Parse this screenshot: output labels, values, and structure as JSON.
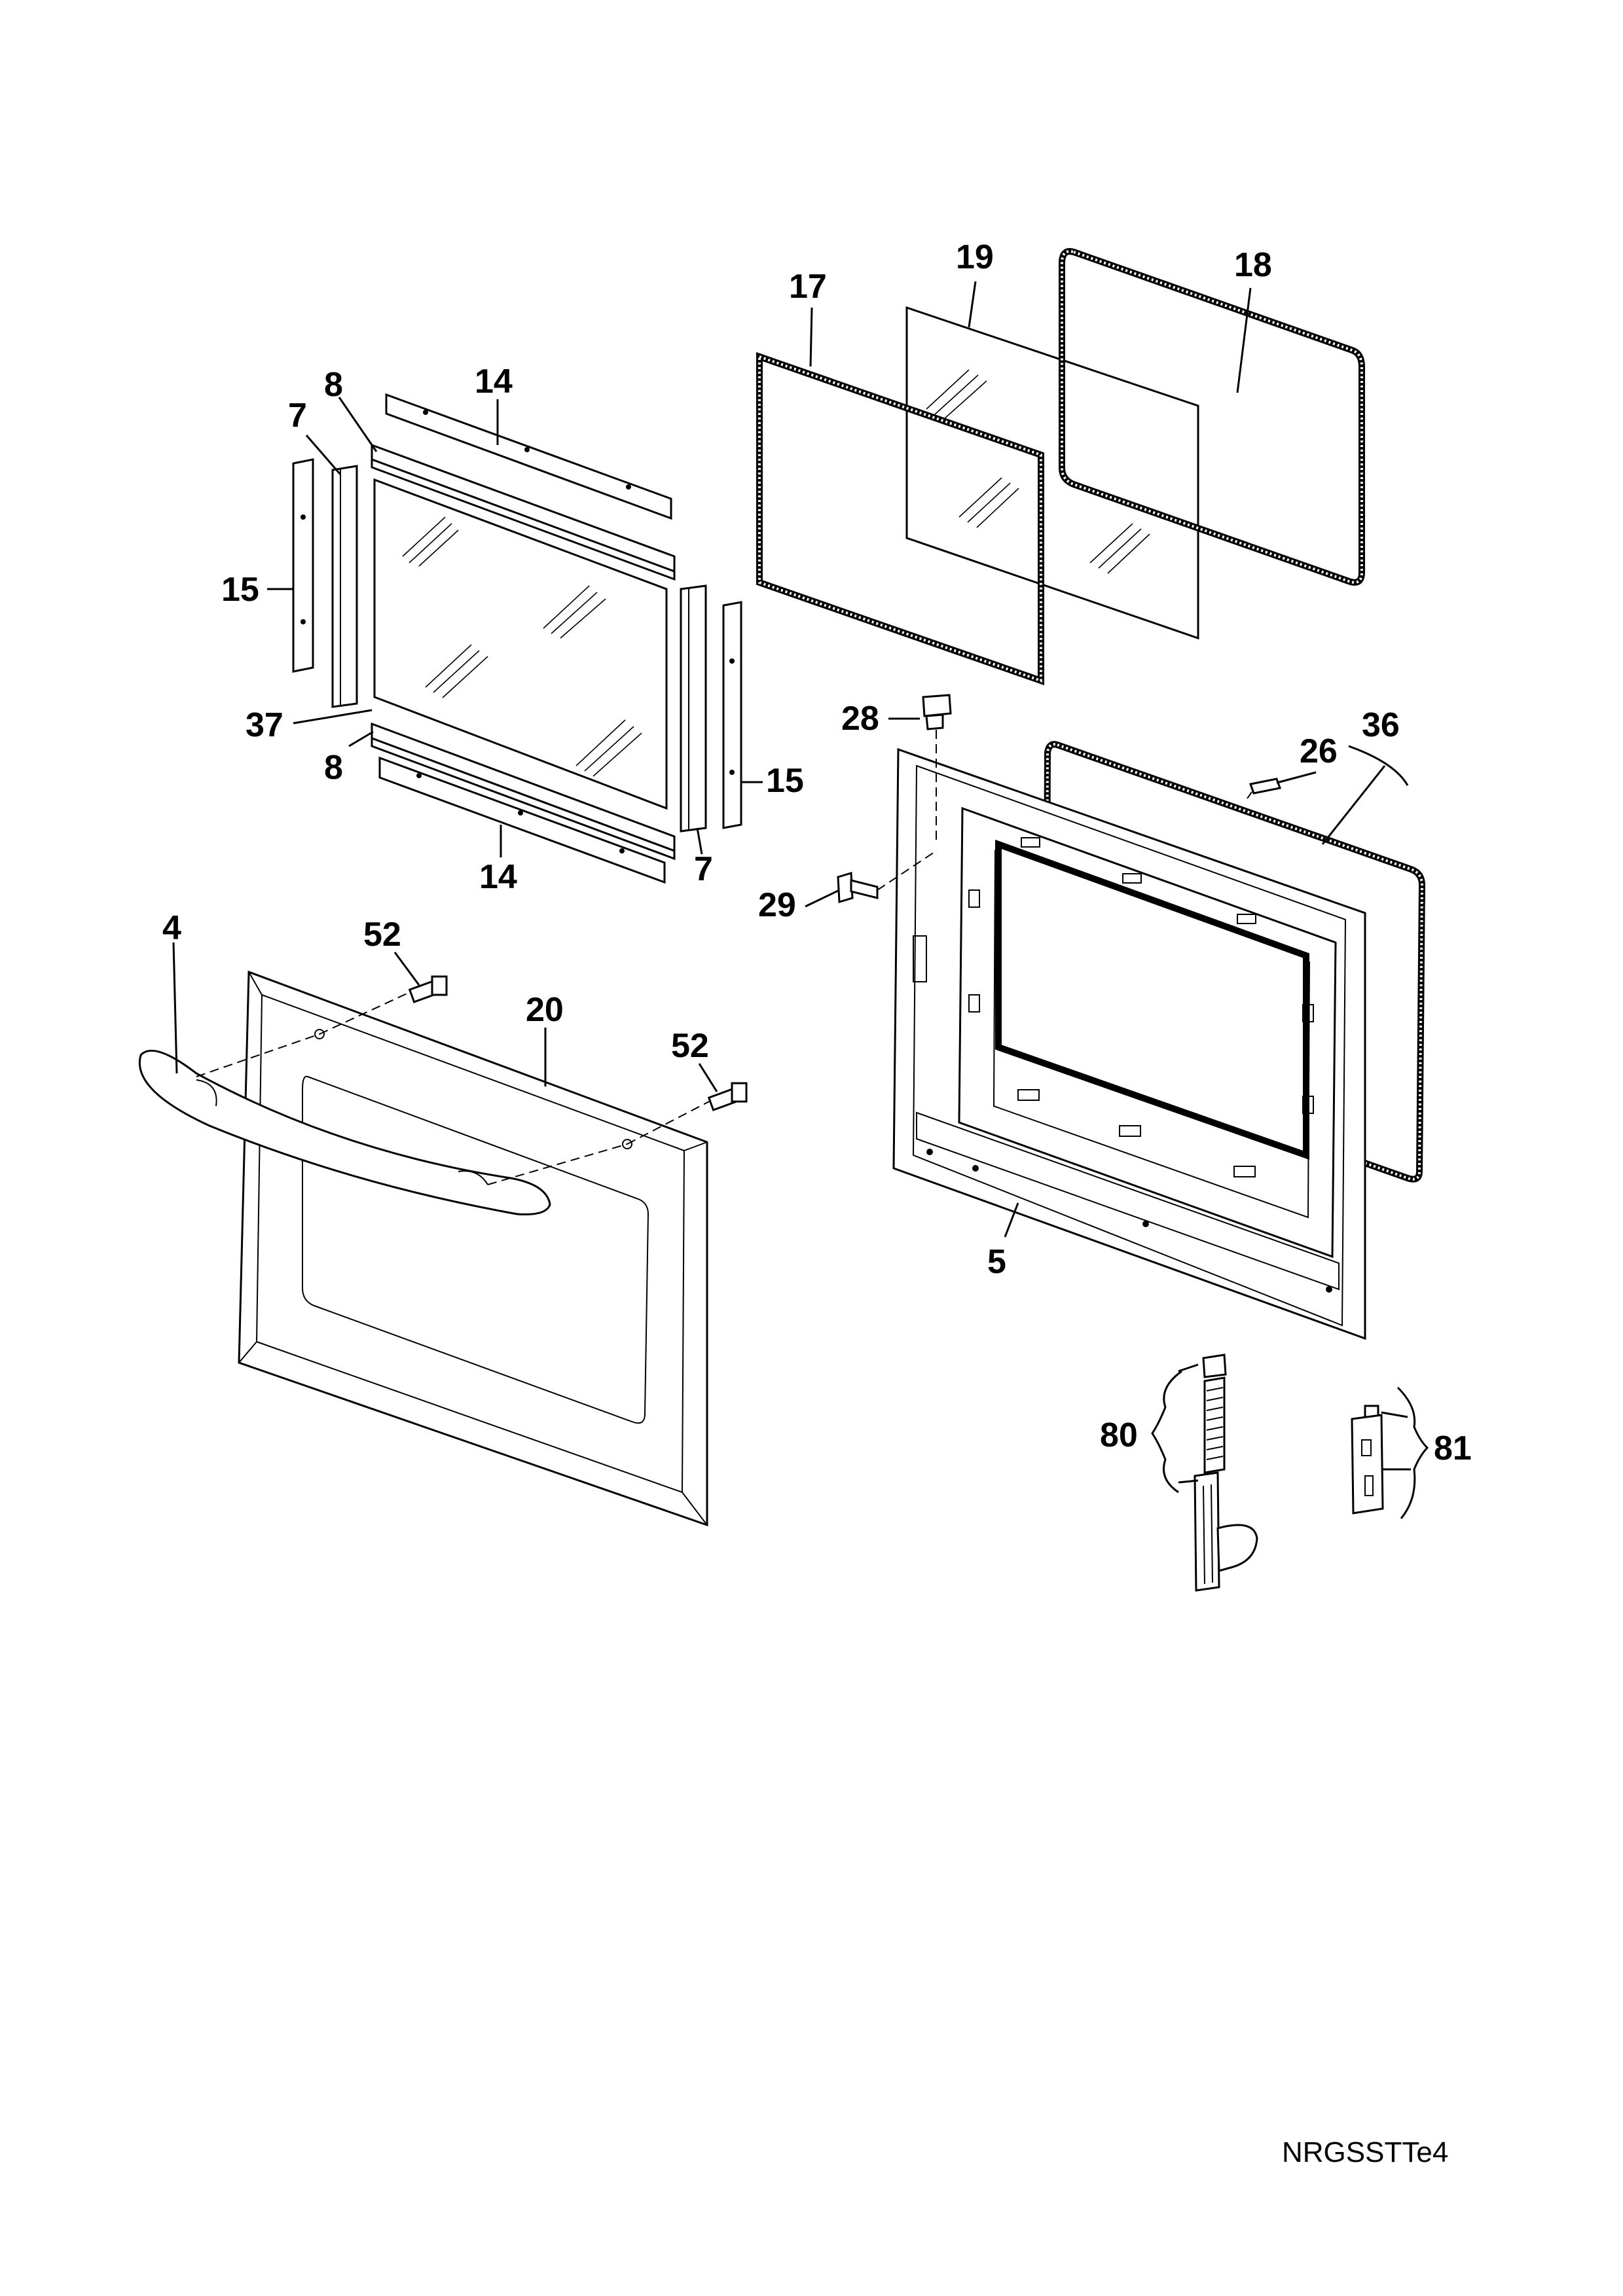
{
  "diagram": {
    "drawing_code": "NRGSSTTe4",
    "callouts": {
      "c4": "4",
      "c52a": "52",
      "c20": "20",
      "c52b": "52",
      "c8a": "8",
      "c7a": "7",
      "c14a": "14",
      "c15a": "15",
      "c37": "37",
      "c8b": "8",
      "c14b": "14",
      "c7b": "7",
      "c15b": "15",
      "c17": "17",
      "c19": "19",
      "c18": "18",
      "c28": "28",
      "c29": "29",
      "c26": "26",
      "c36": "36",
      "c5": "5",
      "c80": "80",
      "c81": "81"
    }
  }
}
